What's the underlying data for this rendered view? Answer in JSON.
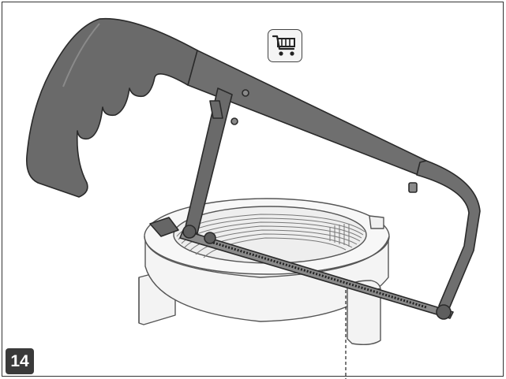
{
  "step": {
    "number": "14"
  },
  "icons": {
    "cart": "shopping-cart-icon",
    "tool": "hacksaw",
    "part": "threaded-ring-nut"
  },
  "colors": {
    "tool_metal": "#6f6f6f",
    "tool_outline": "#2a2a2a",
    "handle": "#6a6a6a",
    "part_fill": "#f2f2f2",
    "part_outline": "#555555",
    "step_badge_bg": "#3a3a3a",
    "step_badge_text": "#ffffff"
  }
}
